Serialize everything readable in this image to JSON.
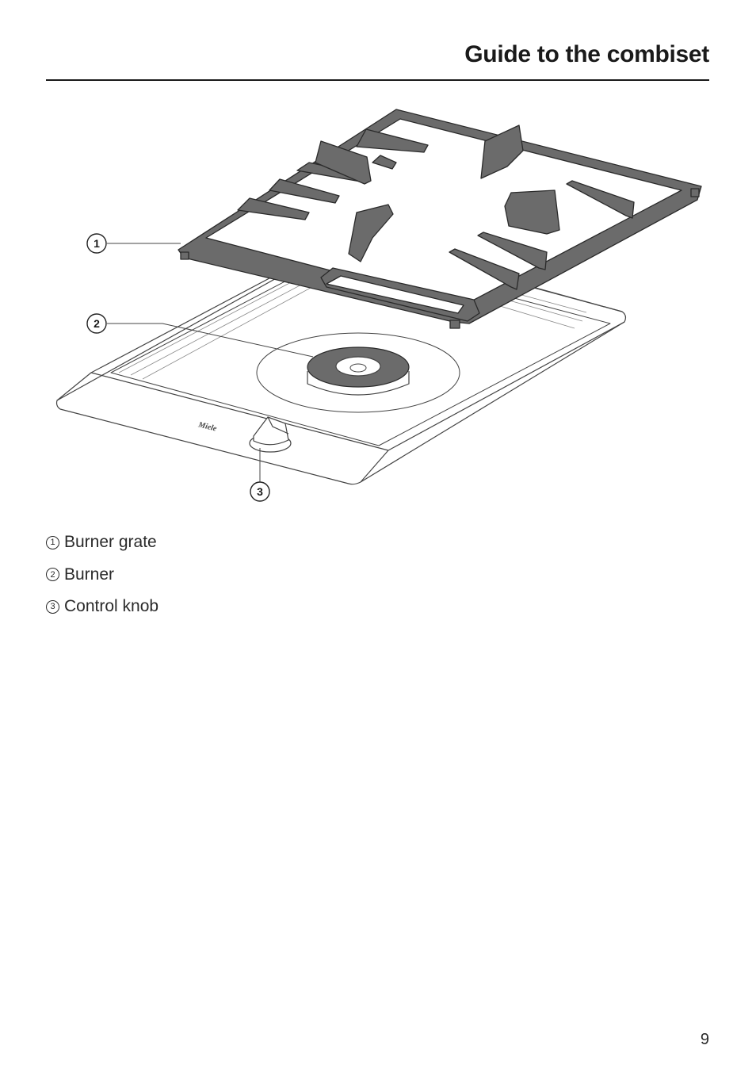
{
  "header": {
    "title": "Guide to the combiset"
  },
  "callouts": [
    "1",
    "2",
    "3"
  ],
  "legend": [
    {
      "num": "1",
      "label": "Burner grate"
    },
    {
      "num": "2",
      "label": "Burner"
    },
    {
      "num": "3",
      "label": "Control knob"
    }
  ],
  "footer": {
    "page_number": "9"
  },
  "colors": {
    "grate": "#6b6b6b",
    "grate_outline": "#2a2a2a",
    "line": "#444444"
  },
  "icons": [
    "miele-logo",
    "control-knob-icon",
    "burner-icon"
  ]
}
